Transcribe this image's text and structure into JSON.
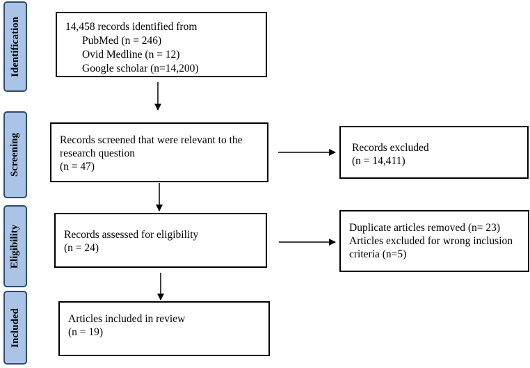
{
  "colors": {
    "stage_fill": "#a9c4e6",
    "stage_border": "#2e4a6b",
    "box_border": "#000000"
  },
  "stages": {
    "identification": "Identification",
    "screening": "Screening",
    "eligibility": "Eligibility",
    "included": "Included"
  },
  "boxes": {
    "identified": {
      "line1": "14,458 records identified from",
      "line2": "PubMed (n = 246)",
      "line3": "Ovid Medline (n = 12)",
      "line4": "Google scholar (n=14,200)"
    },
    "screened": {
      "line1": "Records screened that were relevant to the research question",
      "line2": "(n = 47)"
    },
    "excluded": {
      "line1": "Records excluded",
      "line2": "(n = 14,411)"
    },
    "eligibility": {
      "line1": "Records assessed for eligibility",
      "line2": "(n = 24)"
    },
    "removed": {
      "line1": "Duplicate articles removed (n= 23)",
      "line2": "Articles excluded for wrong inclusion criteria (n=5)"
    },
    "included": {
      "line1": "Articles included in review",
      "line2": "(n = 19)"
    }
  }
}
